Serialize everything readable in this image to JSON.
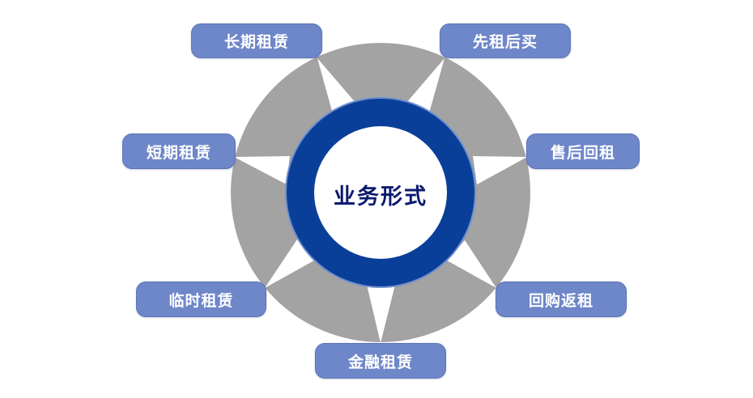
{
  "diagram": {
    "center": {
      "label": "业务形式"
    },
    "nodes": [
      {
        "id": "long-term",
        "label": "长期租赁"
      },
      {
        "id": "rent-to-own",
        "label": "先租后买"
      },
      {
        "id": "short-term",
        "label": "短期租赁"
      },
      {
        "id": "sale-leaseback",
        "label": "售后回租"
      },
      {
        "id": "temporary",
        "label": "临时租赁"
      },
      {
        "id": "buyback-leaseback",
        "label": "回购返租"
      },
      {
        "id": "financial",
        "label": "金融租赁"
      }
    ]
  },
  "colors": {
    "background": "#ffffff",
    "outer_ring": "#a3a3a3",
    "spike": "#ffffff",
    "blue_ring": "#0a3f99",
    "blue_ring_edge": "#6f8fd0",
    "center_fill": "#ffffff",
    "center_text": "#0b1a6e",
    "node_fill": "#6e87c9",
    "node_text": "#ffffff"
  }
}
